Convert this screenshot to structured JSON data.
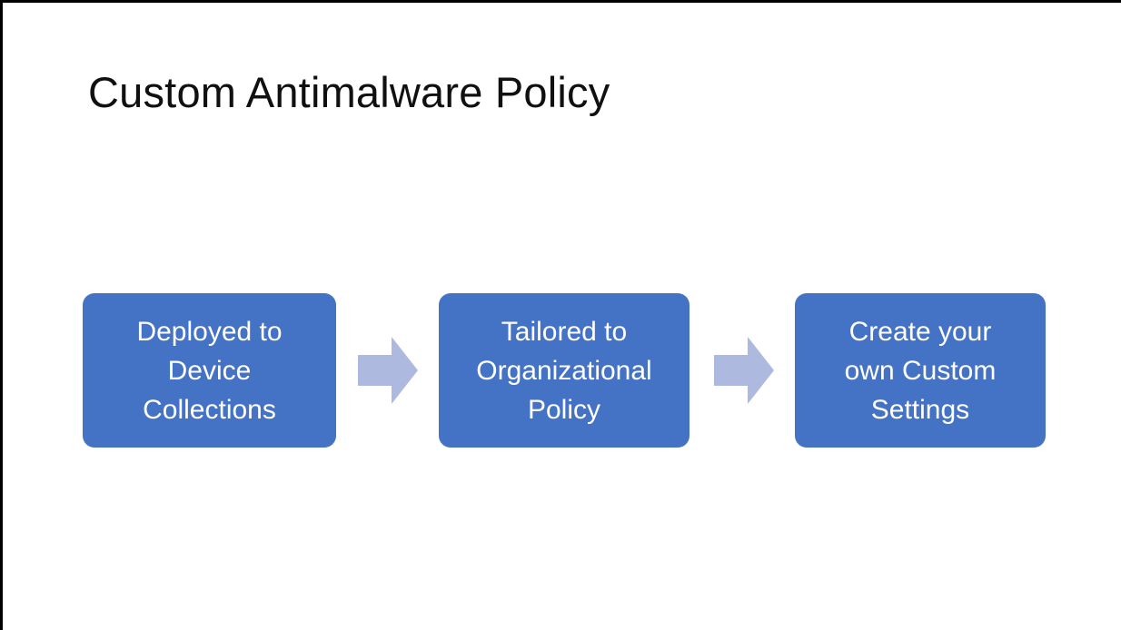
{
  "slide": {
    "title": "Custom Antimalware Policy",
    "background_color": "#FFFFFF",
    "title_color": "#101010",
    "accent_color": "#4472C4",
    "arrow_color": "#AEB9DF"
  },
  "flow": {
    "nodes": [
      {
        "label": "Deployed to\nDevice\nCollections"
      },
      {
        "label": "Tailored to\nOrganizational\nPolicy"
      },
      {
        "label": "Create your\nown Custom\nSettings"
      }
    ],
    "connectors": [
      {
        "icon": "arrow-right-icon"
      },
      {
        "icon": "arrow-right-icon"
      }
    ]
  }
}
